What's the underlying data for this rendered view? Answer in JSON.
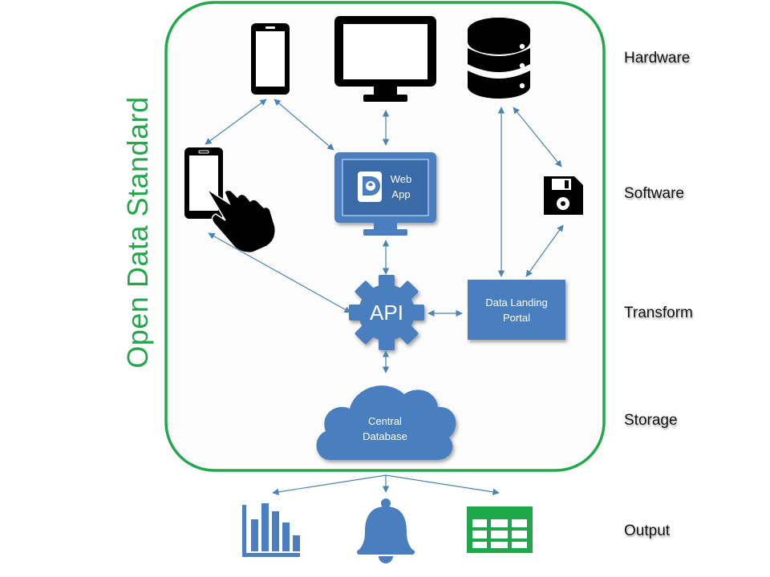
{
  "frame": {
    "title": "Open Data Standard"
  },
  "layers": {
    "hardware": "Hardware",
    "software": "Software",
    "transform": "Transform",
    "storage": "Storage",
    "output": "Output"
  },
  "nodes": {
    "web_app": {
      "line1": "Web",
      "line2": "App"
    },
    "api": {
      "label": "API"
    },
    "portal": {
      "line1": "Data Landing",
      "line2": "Portal"
    },
    "database": {
      "line1": "Central",
      "line2": "Database"
    }
  },
  "colors": {
    "frame_green": "#22a84a",
    "node_blue": "#4a7ebf",
    "arrow_blue": "#4a84b4",
    "icon_black": "#000000"
  },
  "icons": {
    "hardware": [
      "smartphone-icon",
      "monitor-icon",
      "database-server-icon"
    ],
    "software": [
      "touch-phone-icon",
      "web-app-monitor-icon",
      "floppy-disk-icon"
    ],
    "output": [
      "bar-chart-icon",
      "bell-alert-icon",
      "spreadsheet-grid-icon"
    ]
  }
}
